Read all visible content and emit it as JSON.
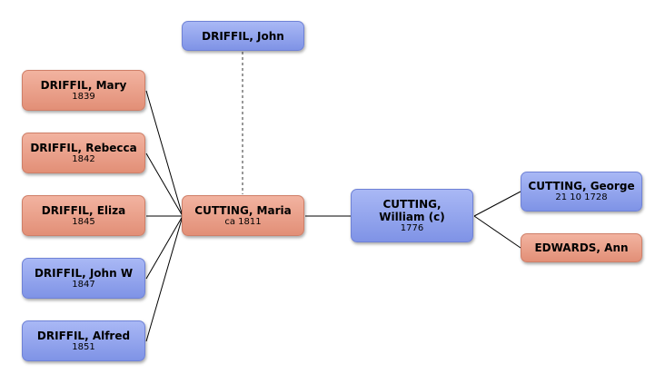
{
  "colors": {
    "female": "#e8a08a",
    "male": "#8fa1ec",
    "line": "#000000"
  },
  "nodes": {
    "father": {
      "name": "DRIFFIL, John",
      "date": ""
    },
    "mary": {
      "name": "DRIFFIL, Mary",
      "date": "1839"
    },
    "rebecca": {
      "name": "DRIFFIL, Rebecca",
      "date": "1842"
    },
    "eliza": {
      "name": "DRIFFIL, Eliza",
      "date": "1845"
    },
    "johnw": {
      "name": "DRIFFIL, John W",
      "date": "1847"
    },
    "alfred": {
      "name": "DRIFFIL, Alfred",
      "date": "1851"
    },
    "maria": {
      "name": "CUTTING, Maria",
      "date": "ca 1811"
    },
    "william": {
      "name": "CUTTING, William (c)",
      "date": "1776"
    },
    "george": {
      "name": "CUTTING, George",
      "date": "21 10 1728"
    },
    "ann": {
      "name": "EDWARDS, Ann",
      "date": ""
    }
  }
}
